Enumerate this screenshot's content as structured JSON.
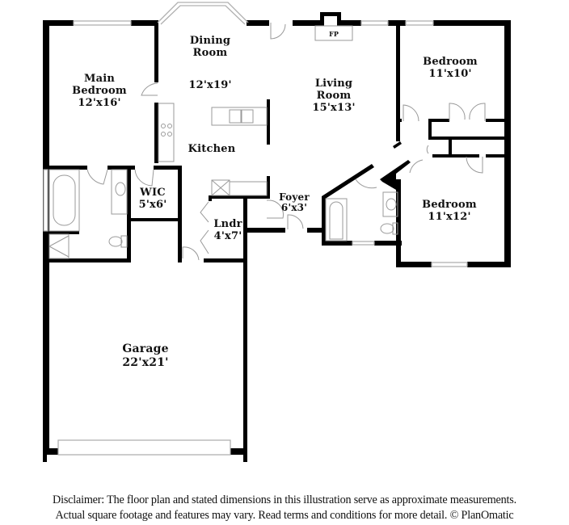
{
  "floor_plan": {
    "rooms": [
      {
        "id": "dining",
        "name": "Dining Room",
        "name_lines": [
          "Dining",
          "Room"
        ],
        "dimensions": ""
      },
      {
        "id": "dining_kitchen_dim",
        "name": "",
        "dimensions": "12'x19'"
      },
      {
        "id": "main_bedroom",
        "name": "Main Bedroom",
        "name_lines": [
          "Main",
          "Bedroom"
        ],
        "dimensions": "12'x16'"
      },
      {
        "id": "kitchen",
        "name": "Kitchen",
        "name_lines": [
          "Kitchen"
        ],
        "dimensions": ""
      },
      {
        "id": "living",
        "name": "Living Room",
        "name_lines": [
          "Living",
          "Room"
        ],
        "dimensions": "15'x13'"
      },
      {
        "id": "bedroom_1",
        "name": "Bedroom",
        "name_lines": [
          "Bedroom"
        ],
        "dimensions": "11'x10'"
      },
      {
        "id": "bedroom_2",
        "name": "Bedroom",
        "name_lines": [
          "Bedroom"
        ],
        "dimensions": "11'x12'"
      },
      {
        "id": "wic",
        "name": "WIC",
        "name_lines": [
          "WIC"
        ],
        "dimensions": "5'x6'"
      },
      {
        "id": "laundry",
        "name": "Lndr",
        "name_lines": [
          "Lndr"
        ],
        "dimensions": "4'x7'"
      },
      {
        "id": "foyer",
        "name": "Foyer",
        "name_lines": [
          "Foyer"
        ],
        "dimensions": "6'x3'"
      },
      {
        "id": "garage",
        "name": "Garage",
        "name_lines": [
          "Garage"
        ],
        "dimensions": "22'x21'"
      }
    ],
    "fireplace_label": "FP",
    "colors": {
      "wall": "#000000",
      "fixture": "#9a9a9a",
      "window": "#b8b8b8",
      "background": "#ffffff"
    }
  },
  "disclaimer": {
    "line1": "Disclaimer: The floor plan and stated dimensions in this illustration serve as approximate measurements.",
    "line2": "Actual square footage and features may vary. Read terms and conditions for more detail. © PlanOmatic"
  }
}
